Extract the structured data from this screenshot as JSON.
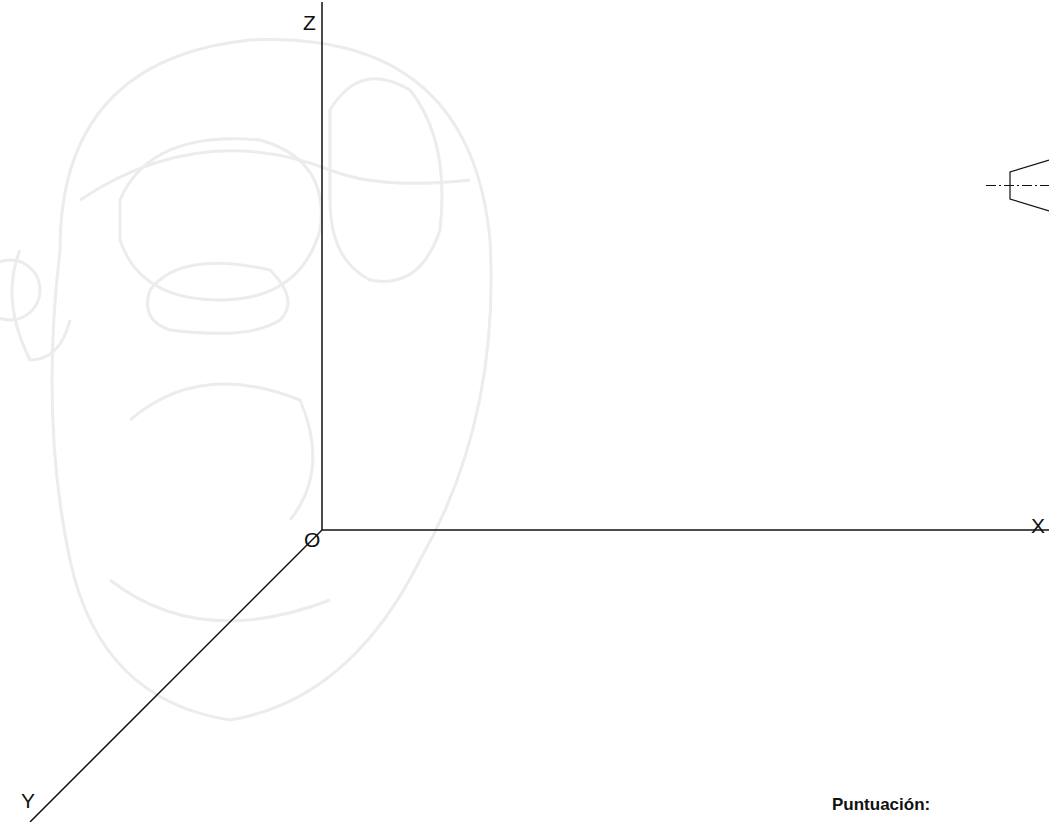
{
  "diagram": {
    "labels": [
      "Z",
      "O",
      "X",
      "Y",
      "Puntuación:"
    ]
  }
}
